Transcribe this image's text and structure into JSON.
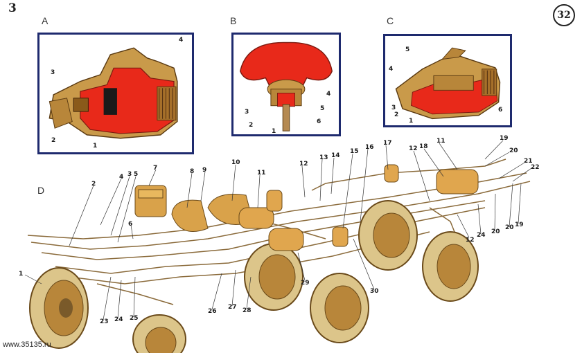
{
  "page": {
    "number": "3",
    "plate": "32"
  },
  "panels": {
    "a": {
      "letter": "A",
      "callouts": [
        "1",
        "2",
        "3",
        "4"
      ]
    },
    "b": {
      "letter": "B",
      "callouts": [
        "1",
        "2",
        "3",
        "4",
        "5",
        "6"
      ]
    },
    "c": {
      "letter": "C",
      "callouts": [
        "1",
        "2",
        "3",
        "4",
        "5",
        "6"
      ]
    }
  },
  "system": {
    "letter": "D",
    "callouts": [
      "1",
      "2",
      "3",
      "4",
      "5",
      "6",
      "7",
      "8",
      "9",
      "10",
      "11",
      "12",
      "12",
      "12",
      "13",
      "14",
      "15",
      "16",
      "17",
      "18",
      "11",
      "19",
      "19",
      "20",
      "20",
      "21",
      "22",
      "23",
      "24",
      "24",
      "25",
      "26",
      "27",
      "28",
      "29",
      "30"
    ]
  },
  "footer": {
    "website": "www.35135.ru"
  },
  "colors": {
    "frame": "#1e2a6e",
    "cutaway": "#e8291a",
    "body": "#c99a4a",
    "drum": "#dcc58a"
  }
}
